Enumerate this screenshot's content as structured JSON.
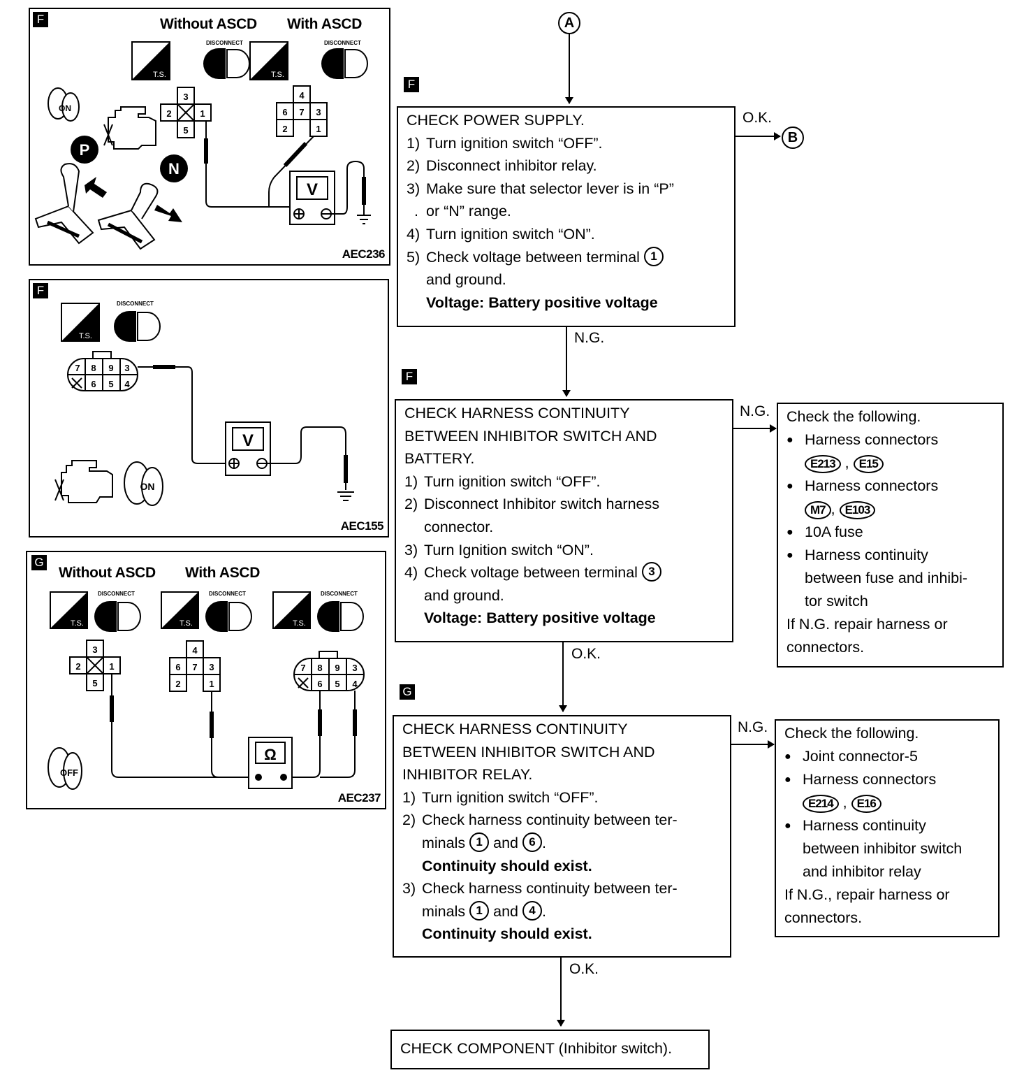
{
  "flow": {
    "start_node": "A",
    "ok_node": "B",
    "step1": {
      "tag": "F",
      "title": "CHECK POWER SUPPLY.",
      "lines": [
        {
          "n": "1)",
          "t": "Turn ignition switch “OFF”."
        },
        {
          "n": "2)",
          "t": "Disconnect inhibitor relay."
        },
        {
          "n": "3)",
          "t": "Make sure that selector lever is in “P”"
        },
        {
          "n": ".",
          "t": "or “N” range."
        },
        {
          "n": "4)",
          "t": "Turn ignition switch “ON”."
        },
        {
          "n": "5)",
          "t": "Check voltage between terminal",
          "terminal": "1"
        },
        {
          "n": "",
          "t": "and ground."
        }
      ],
      "result": "Voltage: Battery positive voltage",
      "ok_label": "O.K.",
      "ng_label": "N.G."
    },
    "step2": {
      "tag": "F",
      "title_lines": [
        "CHECK HARNESS CONTINUITY",
        "BETWEEN INHIBITOR SWITCH AND",
        "BATTERY."
      ],
      "lines": [
        {
          "n": "1)",
          "t": "Turn ignition switch “OFF”."
        },
        {
          "n": "2)",
          "t": "Disconnect Inhibitor switch harness"
        },
        {
          "n": "",
          "t": "connector."
        },
        {
          "n": "3)",
          "t": "Turn Ignition switch “ON”."
        },
        {
          "n": "4)",
          "t": "Check voltage between terminal",
          "terminal": "3"
        },
        {
          "n": "",
          "t": "and ground."
        }
      ],
      "result": "Voltage: Battery positive voltage",
      "ok_label": "O.K.",
      "ng_label": "N.G.",
      "ng_box": {
        "heading": "Check the following.",
        "items": [
          {
            "text": "Harness connectors",
            "connectors": [
              "E213",
              "E15"
            ]
          },
          {
            "text": "Harness connectors",
            "connectors": [
              "M7",
              "E103"
            ]
          },
          {
            "text": "10A fuse"
          },
          {
            "text_lines": [
              "Harness continuity",
              "between fuse and inhibi-",
              "tor switch"
            ]
          }
        ],
        "footer_lines": [
          "If N.G. repair harness or",
          "connectors."
        ]
      }
    },
    "step3": {
      "tag": "G",
      "title_lines": [
        "CHECK HARNESS CONTINUITY",
        "BETWEEN INHIBITOR SWITCH AND",
        "INHIBITOR RELAY."
      ],
      "line1": {
        "n": "1)",
        "t": "Turn ignition switch “OFF”."
      },
      "line2a": {
        "n": "2)",
        "t": "Check harness continuity between ter-"
      },
      "line2b": {
        "pre": "minals",
        "a": "1",
        "mid": "and",
        "b": "6",
        "post": "."
      },
      "result2": "Continuity should exist.",
      "line3a": {
        "n": "3)",
        "t": "Check harness continuity between ter-"
      },
      "line3b": {
        "pre": "minals",
        "a": "1",
        "mid": "and",
        "b": "4",
        "post": "."
      },
      "result3": "Continuity should exist.",
      "ok_label": "O.K.",
      "ng_label": "N.G.",
      "ng_box": {
        "heading": "Check the following.",
        "items": [
          {
            "text": "Joint connector-5"
          },
          {
            "text": "Harness connectors",
            "connectors": [
              "E214",
              "E16"
            ]
          },
          {
            "text_lines": [
              "Harness continuity",
              "between inhibitor switch",
              "and inhibitor relay"
            ]
          }
        ],
        "footer_lines": [
          "If N.G., repair harness or",
          "connectors."
        ]
      }
    },
    "final": "CHECK COMPONENT (Inhibitor switch)."
  },
  "figures": {
    "fig1": {
      "tag": "F",
      "id": "AEC236",
      "col_a": "Without ASCD",
      "col_b": "With ASCD",
      "disconnect": "DISCONNECT",
      "ts": "T.S.",
      "ignition": "ON",
      "range_p": "P",
      "range_n": "N",
      "meter": "V",
      "conn_a": [
        "3",
        "2",
        "1",
        "5"
      ],
      "conn_b": [
        "4",
        "6",
        "7",
        "3",
        "2",
        "1"
      ]
    },
    "fig2": {
      "tag": "F",
      "id": "AEC155",
      "disconnect": "DISCONNECT",
      "ts": "T.S.",
      "ignition": "ON",
      "meter": "V",
      "conn_top": [
        "7",
        "8",
        "9",
        "3"
      ],
      "conn_bottom": [
        "6",
        "5",
        "4"
      ]
    },
    "fig3": {
      "tag": "G",
      "id": "AEC237",
      "col_a": "Without ASCD",
      "col_b": "With ASCD",
      "disconnect": "DISCONNECT",
      "ts": "T.S.",
      "ignition": "OFF",
      "meter": "Ω",
      "conn_a": [
        "3",
        "2",
        "1",
        "5"
      ],
      "conn_b": [
        "4",
        "6",
        "7",
        "3",
        "2",
        "1"
      ],
      "conn_c_top": [
        "7",
        "8",
        "9",
        "3"
      ],
      "conn_c_bottom": [
        "6",
        "5",
        "4"
      ]
    }
  }
}
